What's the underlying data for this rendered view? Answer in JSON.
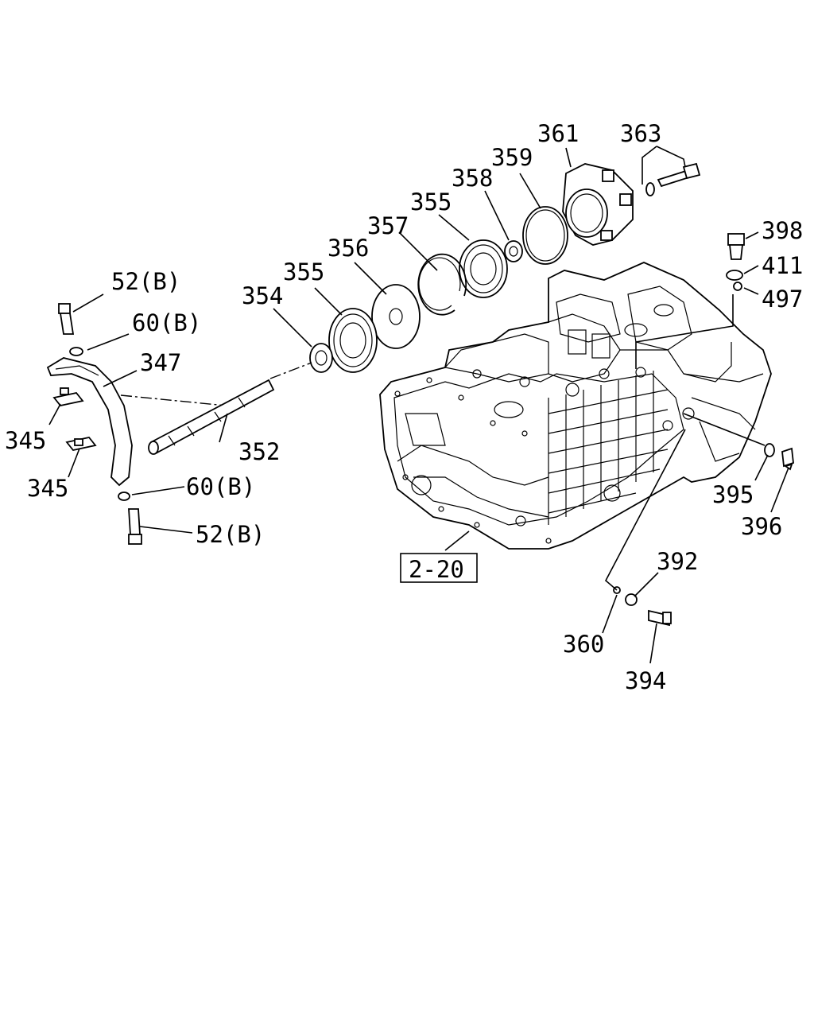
{
  "labels": {
    "p361": "361",
    "p363": "363",
    "p359": "359",
    "p358": "358",
    "p355a": "355",
    "p357": "357",
    "p356": "356",
    "p355b": "355",
    "p354": "354",
    "p52b_top": "52(B)",
    "p60b_top": "60(B)",
    "p347": "347",
    "p345a": "345",
    "p352": "352",
    "p345b": "345",
    "p60b_bot": "60(B)",
    "p52b_bot": "52(B)",
    "p398": "398",
    "p411": "411",
    "p497": "497",
    "p395": "395",
    "p396": "396",
    "p392": "392",
    "p360": "360",
    "p394": "394",
    "ref": "2-20"
  }
}
